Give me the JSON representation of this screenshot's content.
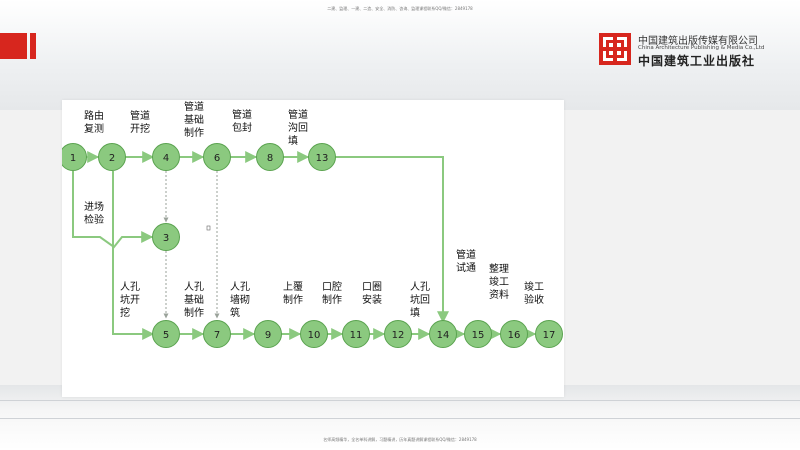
{
  "header_note": "二建、监理、一建、二造、安全、消防、咨询、监理课程联系QQ/微信：2849178",
  "footer_note": "名师高频精华，全名单科讲解，习题精讲，历年真题讲解课程联系QQ/微信：2849178",
  "publisher": {
    "name_cn": "中国建筑出版传媒有限公司",
    "name_en": "China Architecture Publishing & Media Co.,Ltd",
    "name_calligraphy": "中国建筑工业出版社"
  },
  "colors": {
    "node_fill": "#8bc97f",
    "node_stroke": "#5aa34f",
    "arrow": "#8bc97f",
    "dummy": "#9aa29a",
    "brand_red": "#d7261e"
  },
  "diagram": {
    "nodes": [
      "1",
      "2",
      "4",
      "6",
      "8",
      "13",
      "3",
      "5",
      "7",
      "9",
      "10",
      "11",
      "12",
      "14",
      "15",
      "16",
      "17"
    ],
    "tasks": [
      {
        "id": "t-route",
        "lines": [
          "路由",
          "复测"
        ]
      },
      {
        "id": "t-pipe-trench",
        "lines": [
          "管道",
          "开挖"
        ]
      },
      {
        "id": "t-pipe-base",
        "lines": [
          "管道",
          "基础",
          "制作"
        ]
      },
      {
        "id": "t-pipe-wrap",
        "lines": [
          "管道",
          "包封"
        ]
      },
      {
        "id": "t-pipe-backfill",
        "lines": [
          "管道",
          "沟回",
          "填"
        ]
      },
      {
        "id": "t-site-check",
        "lines": [
          "进场",
          "检验"
        ]
      },
      {
        "id": "t-mh-excavate",
        "lines": [
          "人孔",
          "坑开",
          "挖"
        ]
      },
      {
        "id": "t-mh-base",
        "lines": [
          "人孔",
          "基础",
          "制作"
        ]
      },
      {
        "id": "t-mh-wall",
        "lines": [
          "人孔",
          "墙砌",
          "筑"
        ]
      },
      {
        "id": "t-cover",
        "lines": [
          "上覆",
          "制作"
        ]
      },
      {
        "id": "t-mouth",
        "lines": [
          "口腔",
          "制作"
        ]
      },
      {
        "id": "t-ring",
        "lines": [
          "口圈",
          "安装"
        ]
      },
      {
        "id": "t-mh-backfill",
        "lines": [
          "人孔",
          "坑回",
          "填"
        ]
      },
      {
        "id": "t-pipe-test",
        "lines": [
          "管道",
          "试通"
        ]
      },
      {
        "id": "t-docs",
        "lines": [
          "整理",
          "竣工",
          "资料"
        ]
      },
      {
        "id": "t-acceptance",
        "lines": [
          "竣工",
          "验收"
        ]
      }
    ]
  }
}
